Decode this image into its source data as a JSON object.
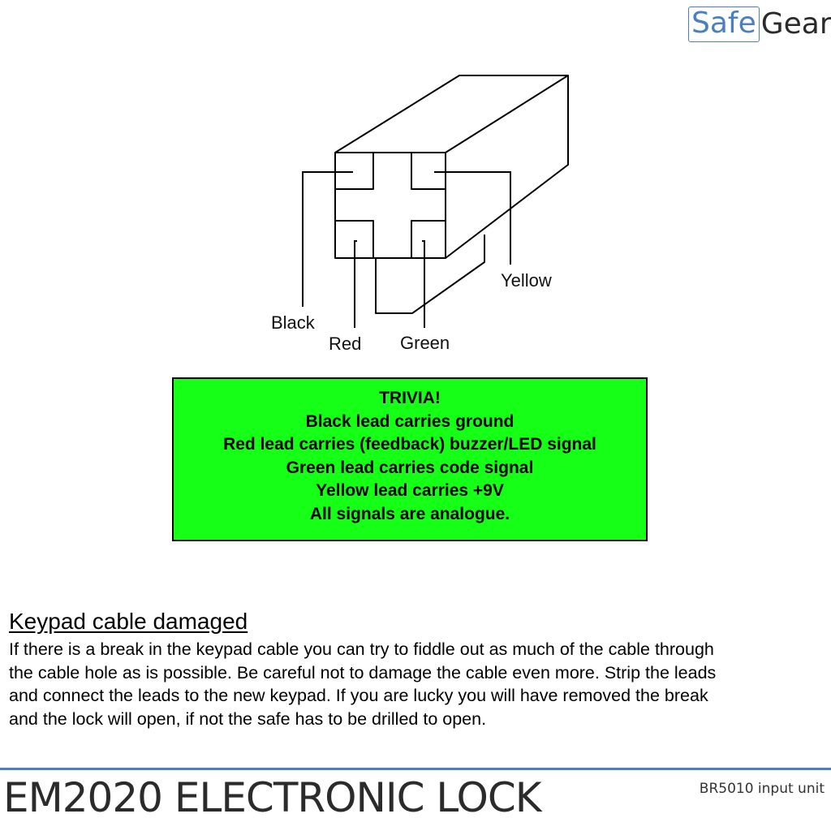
{
  "logo": {
    "part1": "Safe",
    "part2": "Gear",
    "accent_color": "#4a7fc1"
  },
  "diagram": {
    "labels": {
      "black": "Black",
      "red": "Red",
      "green": "Green",
      "yellow": "Yellow"
    }
  },
  "trivia": {
    "bg_color": "#16ff16",
    "title": "TRIVIA!",
    "lines": [
      "Black lead carries ground",
      "Red lead carries (feedback) buzzer/LED signal",
      "Green lead carries code signal",
      "Yellow lead carries +9V",
      "All signals are analogue."
    ]
  },
  "section": {
    "title": "Keypad cable damaged",
    "lines": [
      "If there is a break in the keypad cable you can try to fiddle out as much of the cable through",
      "the cable hole as is possible. Be careful not to damage the cable even more. Strip the leads",
      "and connect the leads to the new keypad. If you are lucky you will have removed the break",
      "and the lock will open, if not the safe has to be drilled to open."
    ]
  },
  "footer": {
    "title": "EM2020 ELECTRONIC LOCK",
    "subtitle": "BR5010 input unit"
  }
}
